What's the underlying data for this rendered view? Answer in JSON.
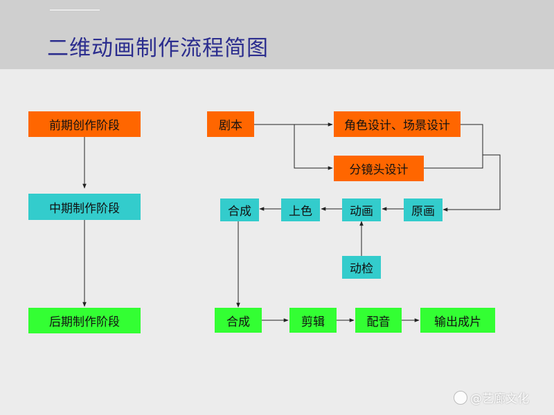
{
  "title": "二维动画制作流程简图",
  "stages": {
    "pre": "前期创作阶段",
    "mid": "中期制作阶段",
    "post": "后期制作阶段"
  },
  "pre_flow": {
    "script": "剧本",
    "design": "角色设计、场景设计",
    "storyboard": "分镜头设计"
  },
  "mid_flow": {
    "composite": "合成",
    "coloring": "上色",
    "animation": "动画",
    "keyframe": "原画",
    "check": "动检"
  },
  "post_flow": {
    "composite": "合成",
    "editing": "剪辑",
    "dubbing": "配音",
    "output": "输出成片"
  },
  "watermark": "@艺廊文化",
  "colors": {
    "pre": "#ff6600",
    "mid": "#33cccc",
    "post": "#33ff33",
    "title": "#2b2d8e"
  }
}
